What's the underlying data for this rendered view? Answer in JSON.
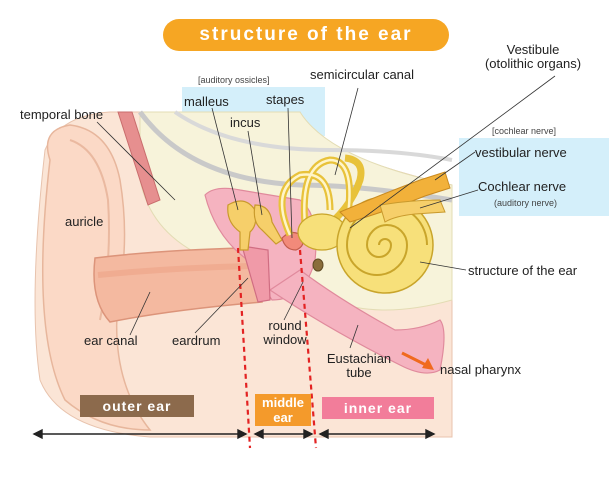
{
  "title": "structure of the ear",
  "labels": {
    "vestibule": "Vestibule",
    "vestibule_sub": "(otolithic organs)",
    "auditory_ossicles": "[auditory ossicles]",
    "semicircular_canal": "semicircular canal",
    "temporal_bone": "temporal bone",
    "malleus": "malleus",
    "stapes": "stapes",
    "incus": "incus",
    "cochlear_nerve_header": "[cochlear nerve]",
    "vestibular_nerve": "vestibular nerve",
    "cochlear_nerve": "Cochlear nerve",
    "cochlear_nerve_sub": "(auditory nerve)",
    "auricle": "auricle",
    "structure_of_ear": "structure of the ear",
    "ear_canal": "ear canal",
    "eardrum": "eardrum",
    "round_window": "round window",
    "eustachian_tube": "Eustachian tube",
    "nasal_pharynx": "nasal pharynx"
  },
  "regions": {
    "outer_ear": "outer ear",
    "middle_ear": "middle ear",
    "inner_ear": "inner ear"
  },
  "colors": {
    "title_bg": "#f6a623",
    "outer_ear_tag": "#8c6a4c",
    "middle_ear_tag": "#f49a2b",
    "inner_ear_tag": "#f27d9a",
    "label_box": "#d4effa",
    "skin": "#f8d9c8",
    "bone": "#f5efcf",
    "cochlea": "#f7e07a",
    "divider": "#e32222"
  }
}
